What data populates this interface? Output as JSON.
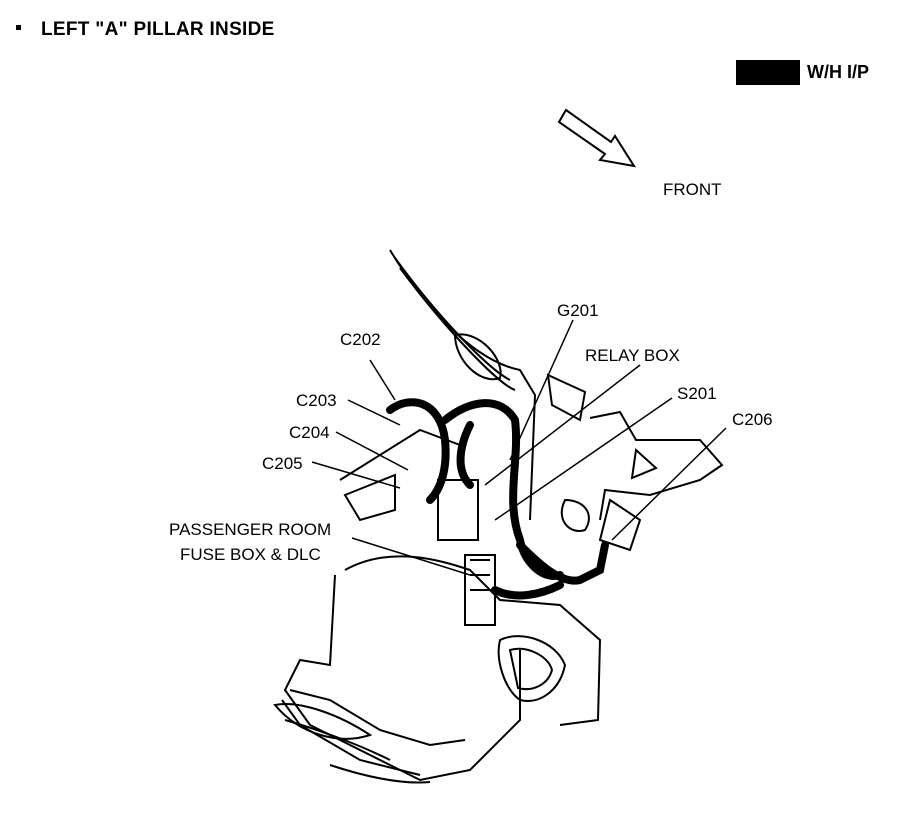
{
  "heading": {
    "bullet": "▪",
    "text": "LEFT \"A\" PILLAR INSIDE"
  },
  "legend": {
    "swatch_color": "#000000",
    "label": "W/H I/P"
  },
  "orientation": {
    "label": "FRONT",
    "icon": "direction-arrow-icon"
  },
  "callouts": {
    "c202": "C202",
    "g201": "G201",
    "relay_box": "RELAY BOX",
    "c203": "C203",
    "s201": "S201",
    "c204": "C204",
    "c206": "C206",
    "c205": "C205",
    "fuse_box_line1": "PASSENGER ROOM",
    "fuse_box_line2": "FUSE BOX & DLC"
  }
}
